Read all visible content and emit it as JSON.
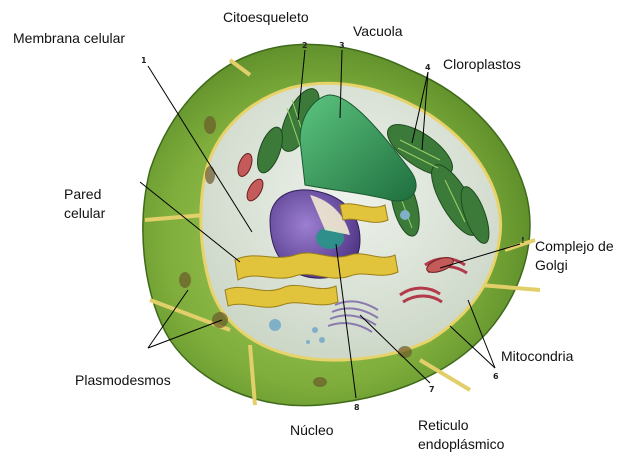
{
  "labels": {
    "membrana_celular": "Membrana celular",
    "citoesqueleto": "Citoesqueleto",
    "vacuola": "Vacuola",
    "cloroplastos": "Cloroplastos",
    "pared_celular_1": "Pared",
    "pared_celular_2": "celular",
    "complejo_golgi_1": "Complejo de",
    "complejo_golgi_2": "Golgi",
    "plasmodesmos": "Plasmodesmos",
    "mitocondria": "Mitocondria",
    "nucleo": "Núcleo",
    "reticulo_1": "Reticulo",
    "reticulo_2": "endoplásmico"
  },
  "numbers": {
    "n1": "1",
    "n2": "2",
    "n3": "3",
    "n4": "4",
    "n5": "!",
    "n6": "6",
    "n7": "7",
    "n8": "8"
  },
  "colors": {
    "wall_green": "#7fae3c",
    "wall_dark": "#4f7f22",
    "membrane_yellow": "#e8d36a",
    "vacuole_green": "#2f9a58",
    "chloroplast": "#3c7a3a",
    "nucleus_purple": "#6a4aa0",
    "nucleolus_teal": "#2f8f8a",
    "er_yellow": "#e1c43c",
    "golgi_red": "#b23a4a",
    "cytoplasm": "#d9e3d5"
  }
}
